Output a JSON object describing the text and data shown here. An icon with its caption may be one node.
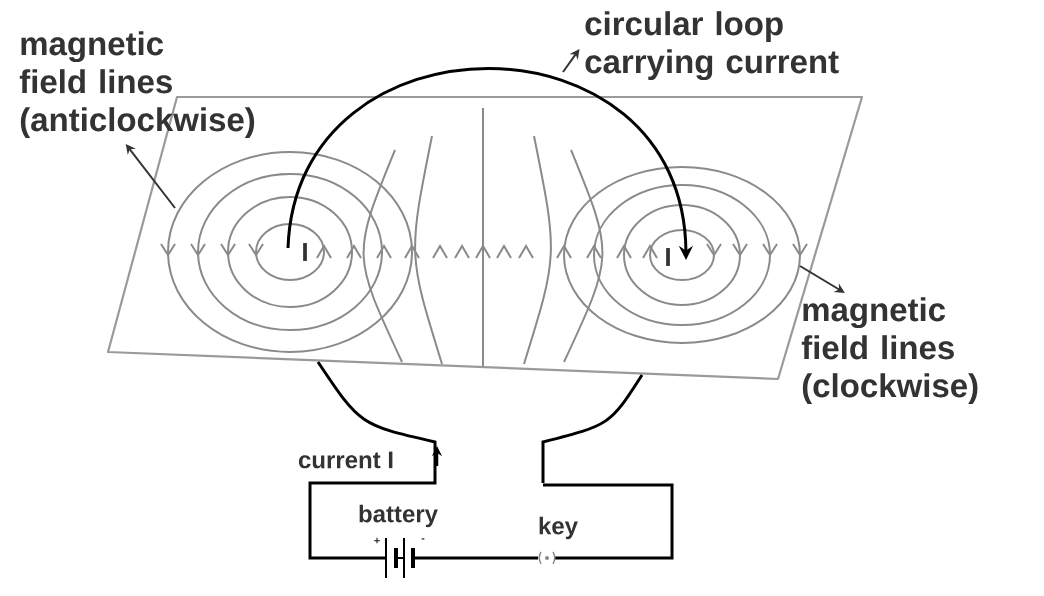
{
  "diagram": {
    "nodes": [
      {
        "text": [
          "magnetic field lines (anticlockwise)"
        ]
      },
      {
        "text": [
          "circular loop carrying current"
        ]
      },
      {
        "text": [
          "magnetic field lines (clockwise)"
        ]
      }
    ],
    "edges": [
      {
        "from": null,
        "to": 0,
        "arrow": "to"
      },
      {
        "from": null,
        "to": 1,
        "arrow": "to"
      },
      {
        "from": null,
        "to": 2,
        "arrow": "to"
      }
    ],
    "labels": [
      "I",
      "I",
      "current I",
      "battery",
      "+",
      "-",
      "key"
    ]
  }
}
